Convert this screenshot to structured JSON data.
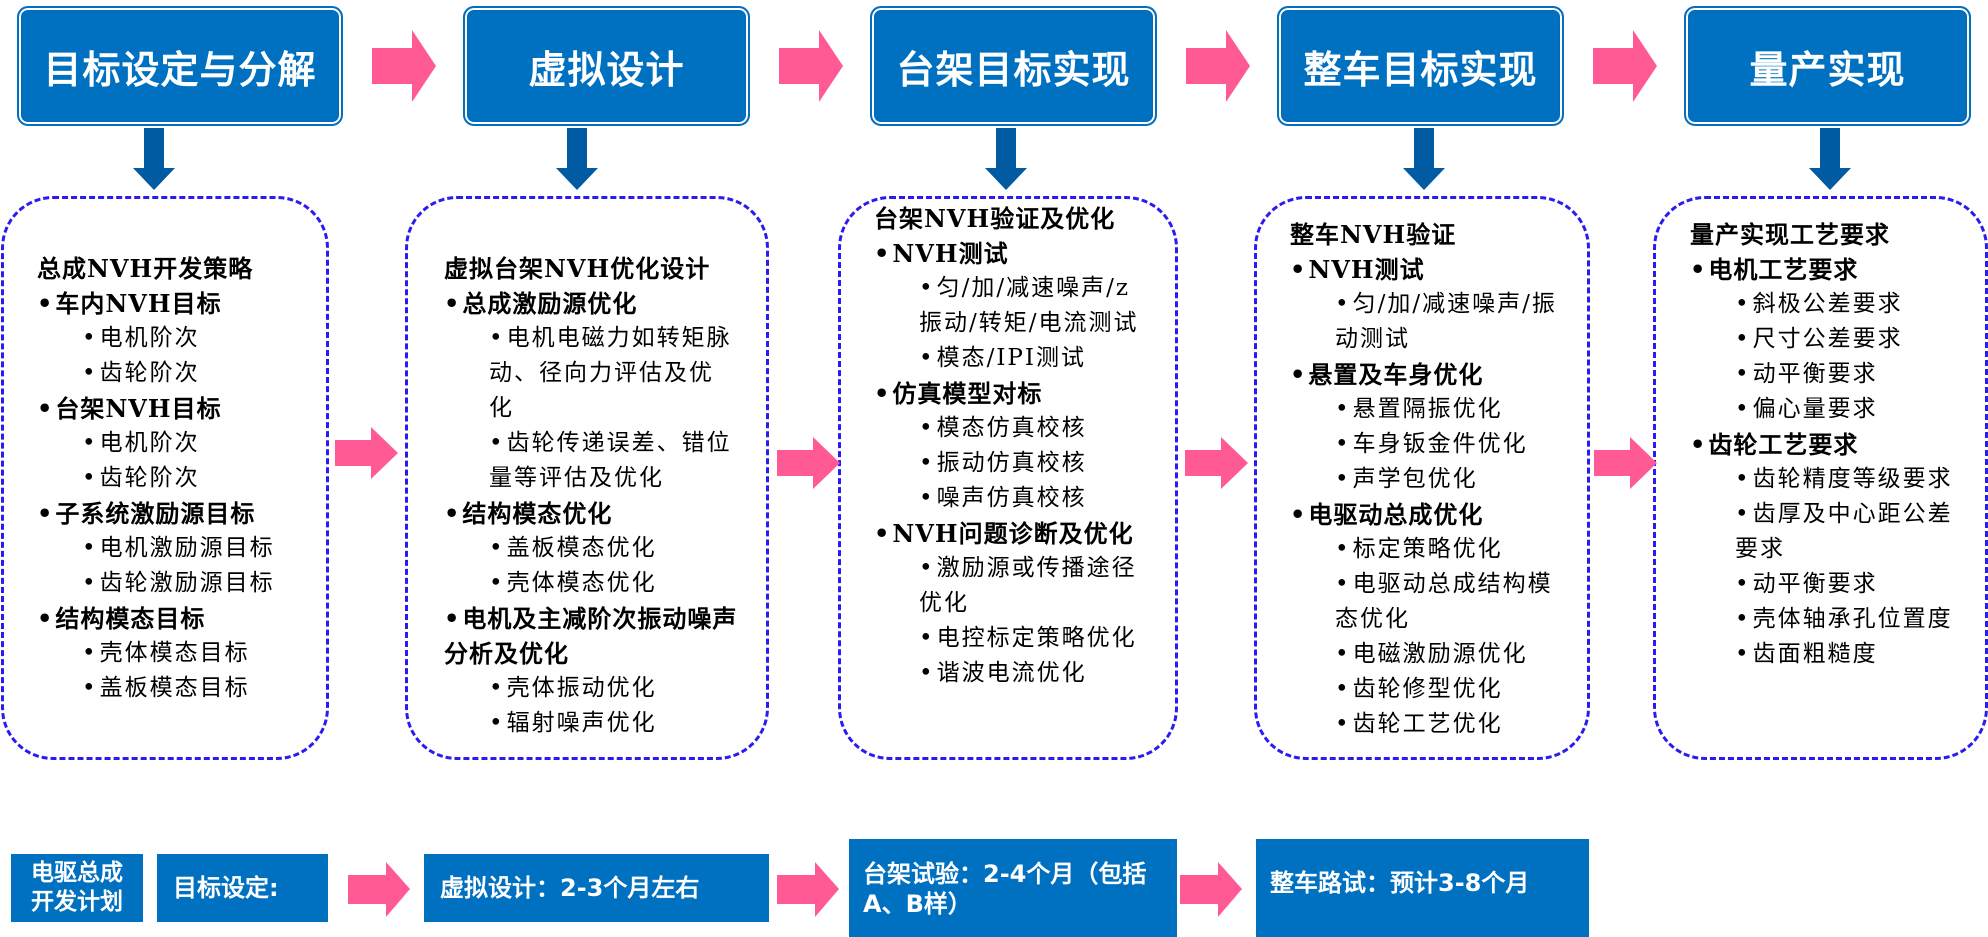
{
  "colors": {
    "header_fill": "#0070C0",
    "flow_arrow": "#FF5A96",
    "down_arrow": "#005BA3",
    "dashed_border": "#2A1CF0"
  },
  "stages": [
    {
      "header": "目标设定与分解",
      "title": "总成NVH开发策略",
      "items": [
        {
          "label": "车内NVH目标",
          "children": [
            "电机阶次",
            "齿轮阶次"
          ]
        },
        {
          "label": "台架NVH目标",
          "children": [
            "电机阶次",
            "齿轮阶次"
          ]
        },
        {
          "label": "子系统激励源目标",
          "children": [
            "电机激励源目标",
            "齿轮激励源目标"
          ]
        },
        {
          "label": "结构模态目标",
          "children": [
            "壳体模态目标",
            "盖板模态目标"
          ]
        }
      ]
    },
    {
      "header": "虚拟设计",
      "title": "虚拟台架NVH优化设计",
      "items": [
        {
          "label": "总成激励源优化",
          "children": [
            "电机电磁力如转矩脉动、径向力评估及优化",
            "齿轮传递误差、错位量等评估及优化"
          ]
        },
        {
          "label": "结构模态优化",
          "children": [
            "盖板模态优化",
            "壳体模态优化"
          ]
        },
        {
          "label": "电机及主减阶次振动噪声分析及优化",
          "children": [
            "壳体振动优化",
            "辐射噪声优化"
          ]
        }
      ]
    },
    {
      "header": "台架目标实现",
      "title": "台架NVH验证及优化",
      "items": [
        {
          "label": "NVH测试",
          "children": [
            "匀/加/减速噪声/z振动/转矩/电流测试",
            "模态/IPI测试"
          ]
        },
        {
          "label": "仿真模型对标",
          "children": [
            "模态仿真校核",
            "振动仿真校核",
            "噪声仿真校核"
          ]
        },
        {
          "label": "NVH问题诊断及优化",
          "children": [
            "激励源或传播途径优化",
            "电控标定策略优化",
            "谐波电流优化"
          ]
        }
      ]
    },
    {
      "header": "整车目标实现",
      "title": "整车NVH验证",
      "items": [
        {
          "label": "NVH测试",
          "children": [
            "匀/加/减速噪声/振动测试"
          ]
        },
        {
          "label": "悬置及车身优化",
          "children": [
            "悬置隔振优化",
            "车身钣金件优化",
            "声学包优化"
          ]
        },
        {
          "label": "电驱动总成优化",
          "children": [
            "标定策略优化",
            "电驱动总成结构模态优化",
            "电磁激励源优化",
            "齿轮修型优化",
            "齿轮工艺优化"
          ]
        }
      ]
    },
    {
      "header": "量产实现",
      "title": "量产实现工艺要求",
      "items": [
        {
          "label": "电机工艺要求",
          "children": [
            "斜极公差要求",
            "尺寸公差要求",
            "动平衡要求",
            "偏心量要求"
          ]
        },
        {
          "label": "齿轮工艺要求",
          "children": [
            "齿轮精度等级要求",
            "齿厚及中心距公差要求",
            "动平衡要求",
            "壳体轴承孔位置度",
            "齿面粗糙度"
          ]
        }
      ]
    }
  ],
  "bullet": "•",
  "plan": {
    "label_line1": "电驱总成",
    "label_line2": "开发计划",
    "steps": [
      "目标设定:",
      "虚拟设计：2-3个月左右",
      "台架试验：2-4个月（包括A、B样）",
      "整车路试：预计3-8个月"
    ]
  }
}
